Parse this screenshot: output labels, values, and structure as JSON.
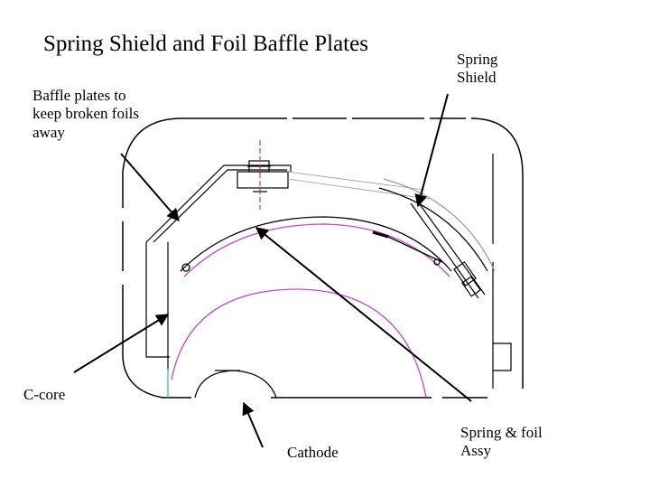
{
  "title": "Spring Shield and Foil Baffle Plates",
  "labels": {
    "baffle_plates": "Baffle plates to keep broken foils away",
    "spring_shield": "Spring Shield",
    "c_core": "C-core",
    "cathode": "Cathode",
    "spring_foil_assy": "Spring & foil Assy"
  },
  "colors": {
    "outline": "#000000",
    "foil_curve": "#cc44cc",
    "cathode_edge": "#33bbcc",
    "centerline": "#cc2222",
    "gray_detail": "#999999"
  }
}
